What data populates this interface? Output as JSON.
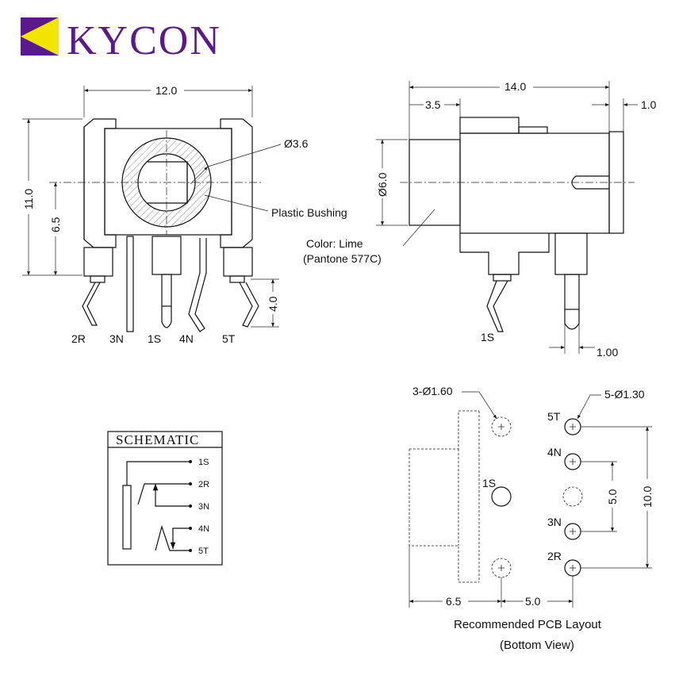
{
  "brand": {
    "name": "KYCON",
    "colors": {
      "logo_purple": "#5a1a8a",
      "logo_yellow": "#f2e600"
    }
  },
  "front_view": {
    "width_dim": "12.0",
    "height_dim": "11.0",
    "center_dim": "6.5",
    "pin_length_dim": "4.0",
    "bore_dim": "Ø3.6",
    "bushing_label": "Plastic Bushing",
    "pins": [
      "2R",
      "3N",
      "1S",
      "4N",
      "5T"
    ]
  },
  "side_view": {
    "length_dim": "14.0",
    "bushing_length_dim": "3.5",
    "rear_dim": "1.0",
    "diameter_dim": "Ø6.0",
    "pin_width_dim": "1.00",
    "color_label_line1": "Color: Lime",
    "color_label_line2": "(Pantone 577C)",
    "pin_label": "1S"
  },
  "schematic": {
    "title": "SCHEMATIC",
    "pins": [
      "1S",
      "2R",
      "3N",
      "4N",
      "5T"
    ]
  },
  "pcb_layout": {
    "hole_group_a": "3-Ø1.60",
    "hole_group_b": "5-Ø1.30",
    "pin_labels": {
      "p5t": "5T",
      "p4n": "4N",
      "p1s": "1S",
      "p3n": "3N",
      "p2r": "2R"
    },
    "dim_5": "5.0",
    "dim_10": "10.0",
    "dim_65": "6.5",
    "dim_50b": "5.0",
    "caption_line1": "Recommended PCB Layout",
    "caption_line2": "(Bottom View)"
  }
}
